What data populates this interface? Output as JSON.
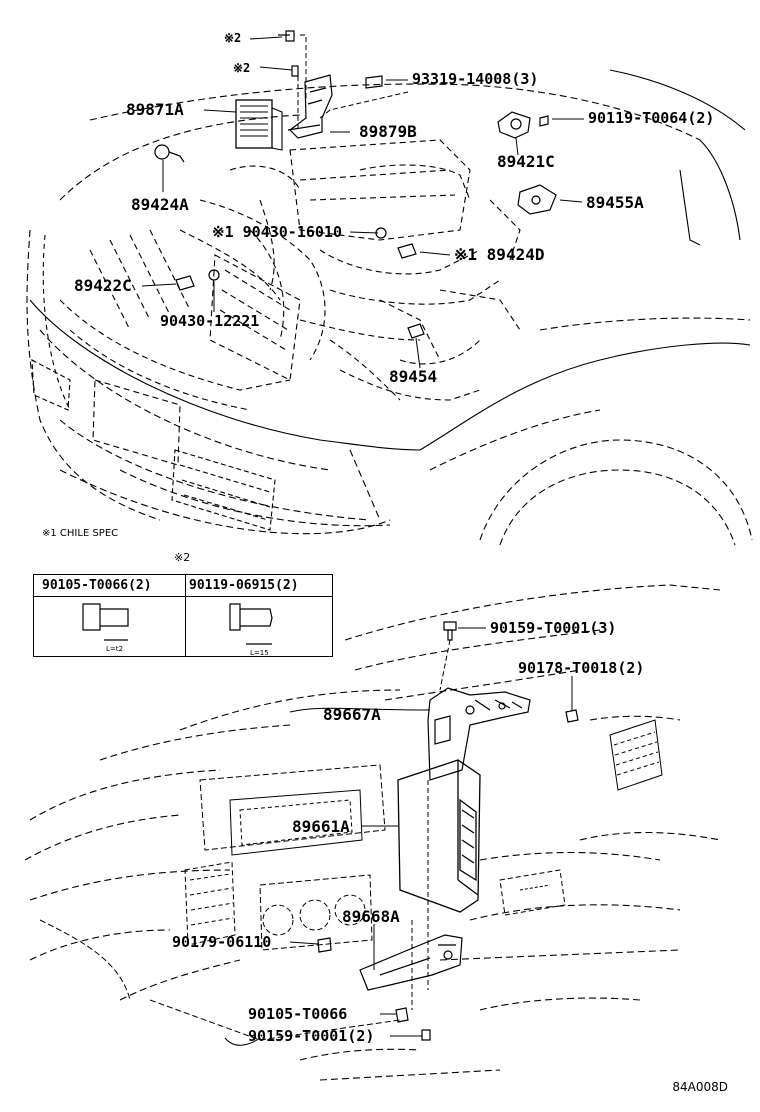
{
  "parts_top": {
    "p_note2_a": "※2",
    "p_note2_b": "※2",
    "p_93319": "93319-14008(3)",
    "p_89871A": "89871A",
    "p_89879B": "89879B",
    "p_90119_T0064": "90119-T0064(2)",
    "p_89421C": "89421C",
    "p_89424A": "89424A",
    "p_89455A": "89455A",
    "p_90430_16010": "※1 90430-16010",
    "p_89424D": "※1 89424D",
    "p_89422C": "89422C",
    "p_90430_12221": "90430-12221",
    "p_89454": "89454"
  },
  "notes": {
    "chile_spec": "※1 CHILE SPEC",
    "note2": "※2"
  },
  "spec_table": {
    "col1_header": "90105-T0066(2)",
    "col2_header": "90119-06915(2)",
    "col1_dim": "L=t2",
    "col2_dim": "L=15"
  },
  "parts_bottom": {
    "p_90159_T0001_3": "90159-T0001(3)",
    "p_90178_T0018": "90178-T0018(2)",
    "p_89667A": "89667A",
    "p_89661A": "89661A",
    "p_89668A": "89668A",
    "p_90179_06110": "90179-06110",
    "p_90105_T0066": "90105-T0066",
    "p_90159_T0001_2": "90159-T0001(2)"
  },
  "diagram_code": "84A008D"
}
